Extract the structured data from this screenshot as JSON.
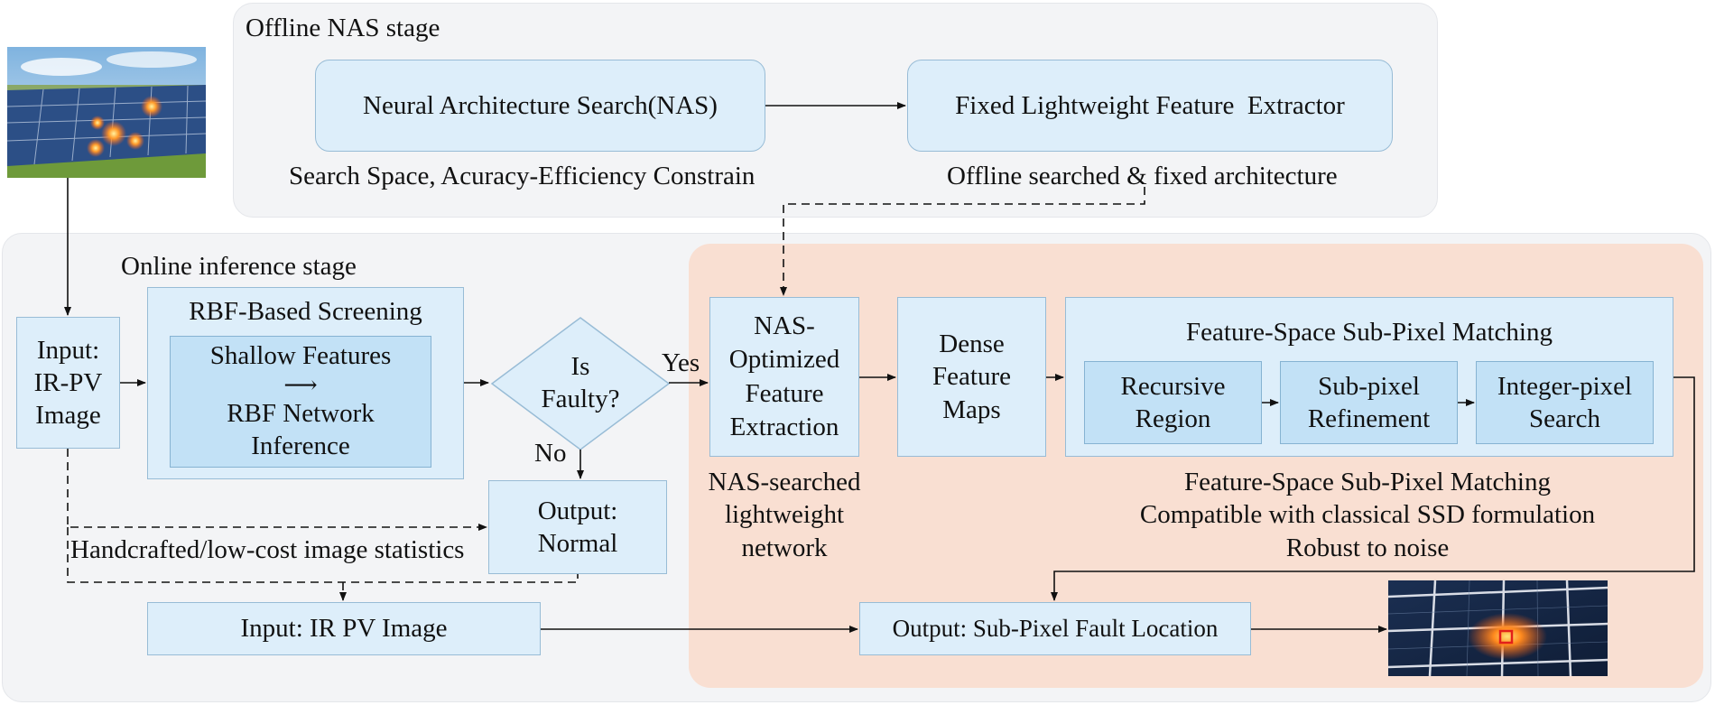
{
  "offline": {
    "stage_label": "Offline NAS stage",
    "nas_box": "Neural Architecture Search(NAS)",
    "extractor_box": "Fixed Lightweight Feature  Extractor",
    "nas_caption": "Search Space, Acuracy-Efficiency Constrain",
    "extractor_caption": "Offline searched & fixed architecture"
  },
  "online": {
    "stage_label": "Online inference stage",
    "input_box": [
      "Input:",
      "IR-PV",
      "Image"
    ],
    "rbf_title": "RBF-Based Screening",
    "rbf_inner": [
      "Shallow Features",
      "RBF Network",
      "Inference"
    ],
    "decision": [
      "Is",
      "Faulty?"
    ],
    "yes_label": "Yes",
    "no_label": "No",
    "output_normal": [
      "Output:",
      "Normal"
    ],
    "handcrafted_label": "Handcrafted/low-cost image statistics",
    "input_ir_pv": "Input: IR PV Image",
    "nas_extraction": [
      "NAS-",
      "Optimized",
      "Feature",
      "Extraction"
    ],
    "nas_caption": [
      "NAS-searched",
      "lightweight",
      "network"
    ],
    "dense_maps": [
      "Dense",
      "Feature",
      "Maps"
    ],
    "matching_title": "Feature-Space Sub-Pixel Matching",
    "recursive": [
      "Recursive",
      "Region"
    ],
    "subpixel": [
      "Sub-pixel",
      "Refinement"
    ],
    "integer": [
      "Integer-pixel",
      "Search"
    ],
    "matching_caption": [
      "Feature-Space Sub-Pixel Matching",
      "Compatible with classical SSD formulation",
      "Robust to noise"
    ],
    "output_location": "Output: Sub-Pixel Fault Location"
  },
  "colors": {
    "panel_gray": "#f3f4f6",
    "panel_salmon": "#f9dfd2",
    "box_blue": "#ddeefa",
    "inner_blue": "#c2e1f6"
  },
  "icons": {
    "input_photo": "solar-panel-hotspot-photo",
    "output_photo": "ir-panel-fault-photo",
    "rbf_arrow": "right-arrow-icon"
  }
}
